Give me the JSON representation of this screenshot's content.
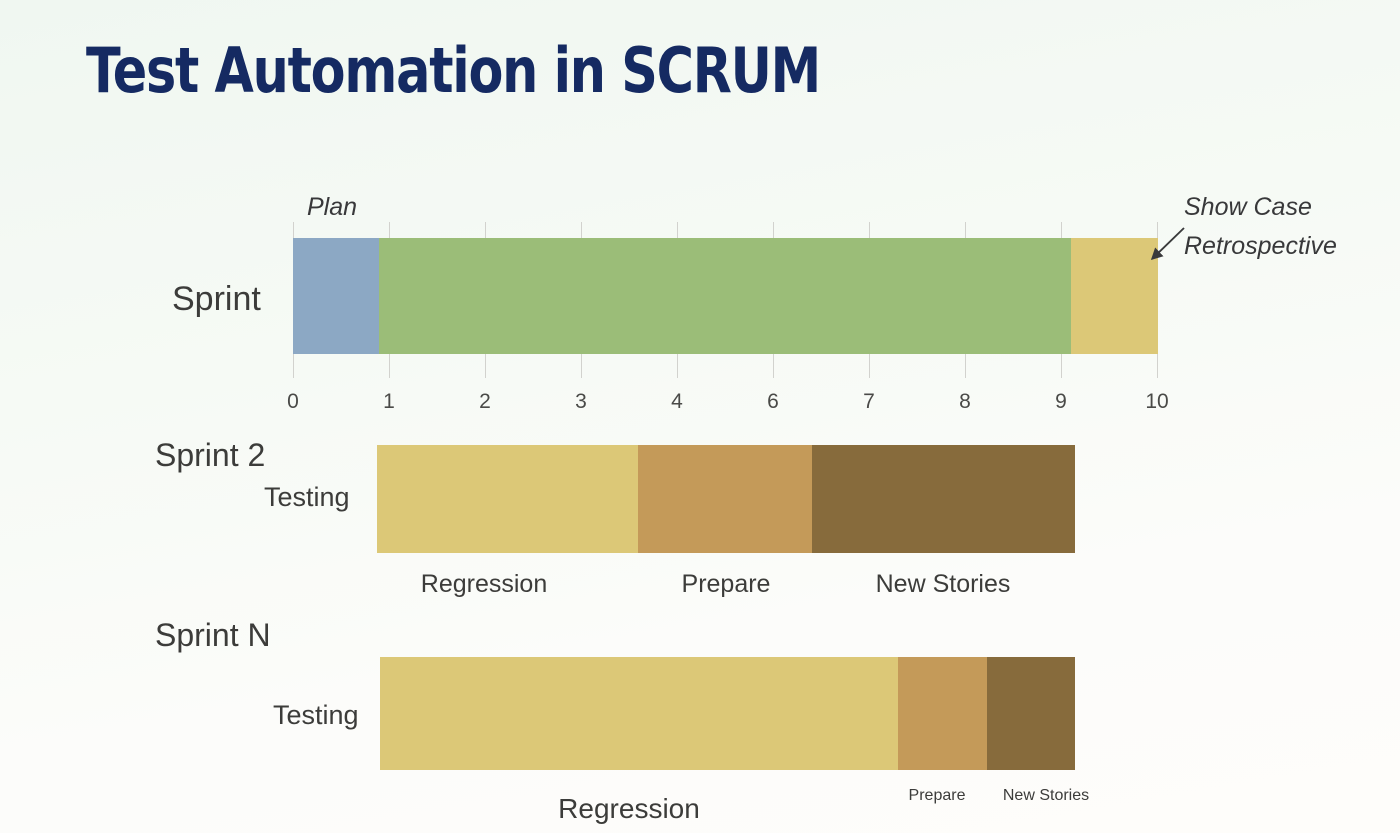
{
  "title": "Test Automation in SCRUM",
  "colors": {
    "title": "#152A62",
    "plan": "#8CA8C4",
    "sprint_work": "#9BBD78",
    "regression": "#DCC877",
    "prepare": "#C49A59",
    "new_stories": "#876B3C",
    "gridline": "#D2D2CE",
    "text": "#3C3C3A",
    "background_top": "#F0F7F1",
    "background_bottom": "#FEFDFA"
  },
  "chart_data": [
    {
      "type": "bar",
      "orientation": "horizontal",
      "title": "Sprint",
      "row_label": "Sprint",
      "xlabel": "",
      "ylabel": "",
      "xlim": [
        0,
        10
      ],
      "grid": true,
      "tick_labels": [
        "0",
        "1",
        "2",
        "3",
        "4",
        "6",
        "7",
        "8",
        "9",
        "10"
      ],
      "tick_positions": [
        0,
        1,
        2,
        3,
        4,
        5,
        6,
        7,
        8,
        9
      ],
      "legend_position": "annotations",
      "stacked": true,
      "categories": [
        "Plan",
        "Sprint Work",
        "Show Case / Retrospective"
      ],
      "values": [
        0.98,
        8.12,
        0.9
      ],
      "segments": [
        {
          "name": "Plan",
          "start": 0,
          "end": 0.98,
          "color": "#8CA8C4",
          "label": "Plan"
        },
        {
          "name": "Sprint Work",
          "start": 0.98,
          "end": 9.1,
          "color": "#9BBD78",
          "label": ""
        },
        {
          "name": "Show Case Retrospective",
          "start": 9.1,
          "end": 10,
          "color": "#DCC877",
          "label": ""
        }
      ],
      "annotations": [
        {
          "text": "Plan",
          "target": "Plan segment",
          "style": "italic"
        },
        {
          "text": "Show Case",
          "target": "final segment",
          "style": "italic"
        },
        {
          "text": "Retrospective",
          "target": "final segment",
          "style": "italic"
        }
      ]
    },
    {
      "type": "bar",
      "orientation": "horizontal",
      "title": "Sprint 2",
      "row_label": "Sprint 2",
      "sub_label": "Testing",
      "stacked": true,
      "grid": false,
      "xlim": [
        0,
        100
      ],
      "categories": [
        "Regression",
        "Prepare",
        "New Stories"
      ],
      "values": [
        37.4,
        24.9,
        37.7
      ],
      "segments": [
        {
          "name": "Regression",
          "percent": 37.4,
          "color": "#DCC877",
          "label": "Regression"
        },
        {
          "name": "Prepare",
          "percent": 24.9,
          "color": "#C49A59",
          "label": "Prepare"
        },
        {
          "name": "New Stories",
          "percent": 37.7,
          "color": "#876B3C",
          "label": "New Stories"
        }
      ]
    },
    {
      "type": "bar",
      "orientation": "horizontal",
      "title": "Sprint N",
      "row_label": "Sprint N",
      "sub_label": "Testing",
      "stacked": true,
      "grid": false,
      "xlim": [
        0,
        100
      ],
      "categories": [
        "Regression",
        "Prepare",
        "New Stories"
      ],
      "values": [
        74.5,
        12.8,
        12.7
      ],
      "segments": [
        {
          "name": "Regression",
          "percent": 74.5,
          "color": "#DCC877",
          "label": "Regression"
        },
        {
          "name": "Prepare",
          "percent": 12.8,
          "color": "#C49A59",
          "label": "Prepare"
        },
        {
          "name": "New Stories",
          "percent": 12.7,
          "color": "#876B3C",
          "label": "New Stories"
        }
      ]
    }
  ],
  "sprint_chart": {
    "row_label": "Sprint",
    "callouts": {
      "plan": "Plan",
      "show_case": "Show Case",
      "retrospective": "Retrospective"
    },
    "ticks": [
      "0",
      "1",
      "2",
      "3",
      "4",
      "6",
      "7",
      "8",
      "9",
      "10"
    ]
  },
  "sprint2": {
    "title": "Sprint 2",
    "sub_label": "Testing",
    "labels": {
      "regression": "Regression",
      "prepare": "Prepare",
      "new_stories": "New Stories"
    }
  },
  "sprintN": {
    "title": "Sprint N",
    "sub_label": "Testing",
    "labels": {
      "regression": "Regression",
      "prepare": "Prepare",
      "new_stories": "New Stories"
    }
  }
}
